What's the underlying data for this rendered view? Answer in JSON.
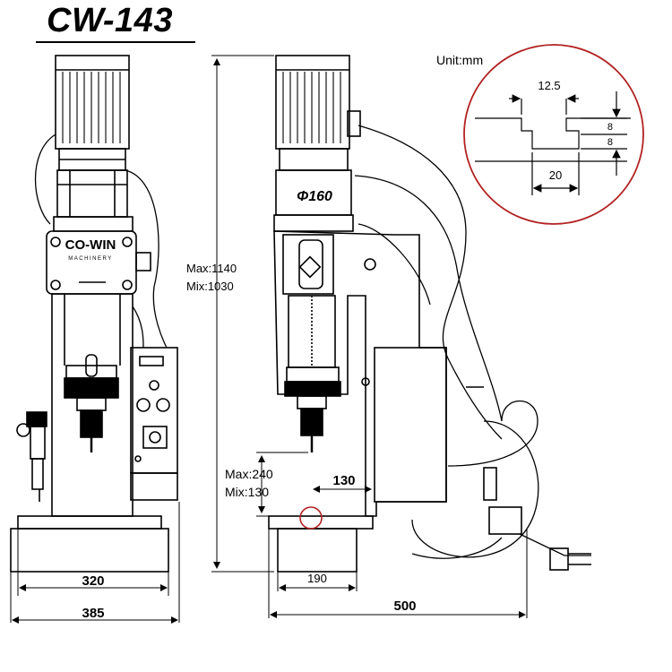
{
  "header": {
    "title": "CW-143"
  },
  "front_view": {
    "logo_text": "CO-WIN",
    "logo_subtext": "MACHINERY",
    "width_base": "320",
    "width_overall": "385"
  },
  "side_view": {
    "flywheel_label": "Φ160",
    "height_max": "Max:1140",
    "height_min": "Mix:1030",
    "stroke_max": "Max:240",
    "stroke_min": "Mix:130",
    "throat_depth": "130",
    "base_depth": "190",
    "overall_depth": "500"
  },
  "detail": {
    "unit": "Unit:mm",
    "slot_top_width": "12.5",
    "slot_bottom_width": "20",
    "slot_depth_upper": "8",
    "slot_depth_lower": "8"
  },
  "colors": {
    "line": "#000000",
    "highlight": "#b22222"
  }
}
